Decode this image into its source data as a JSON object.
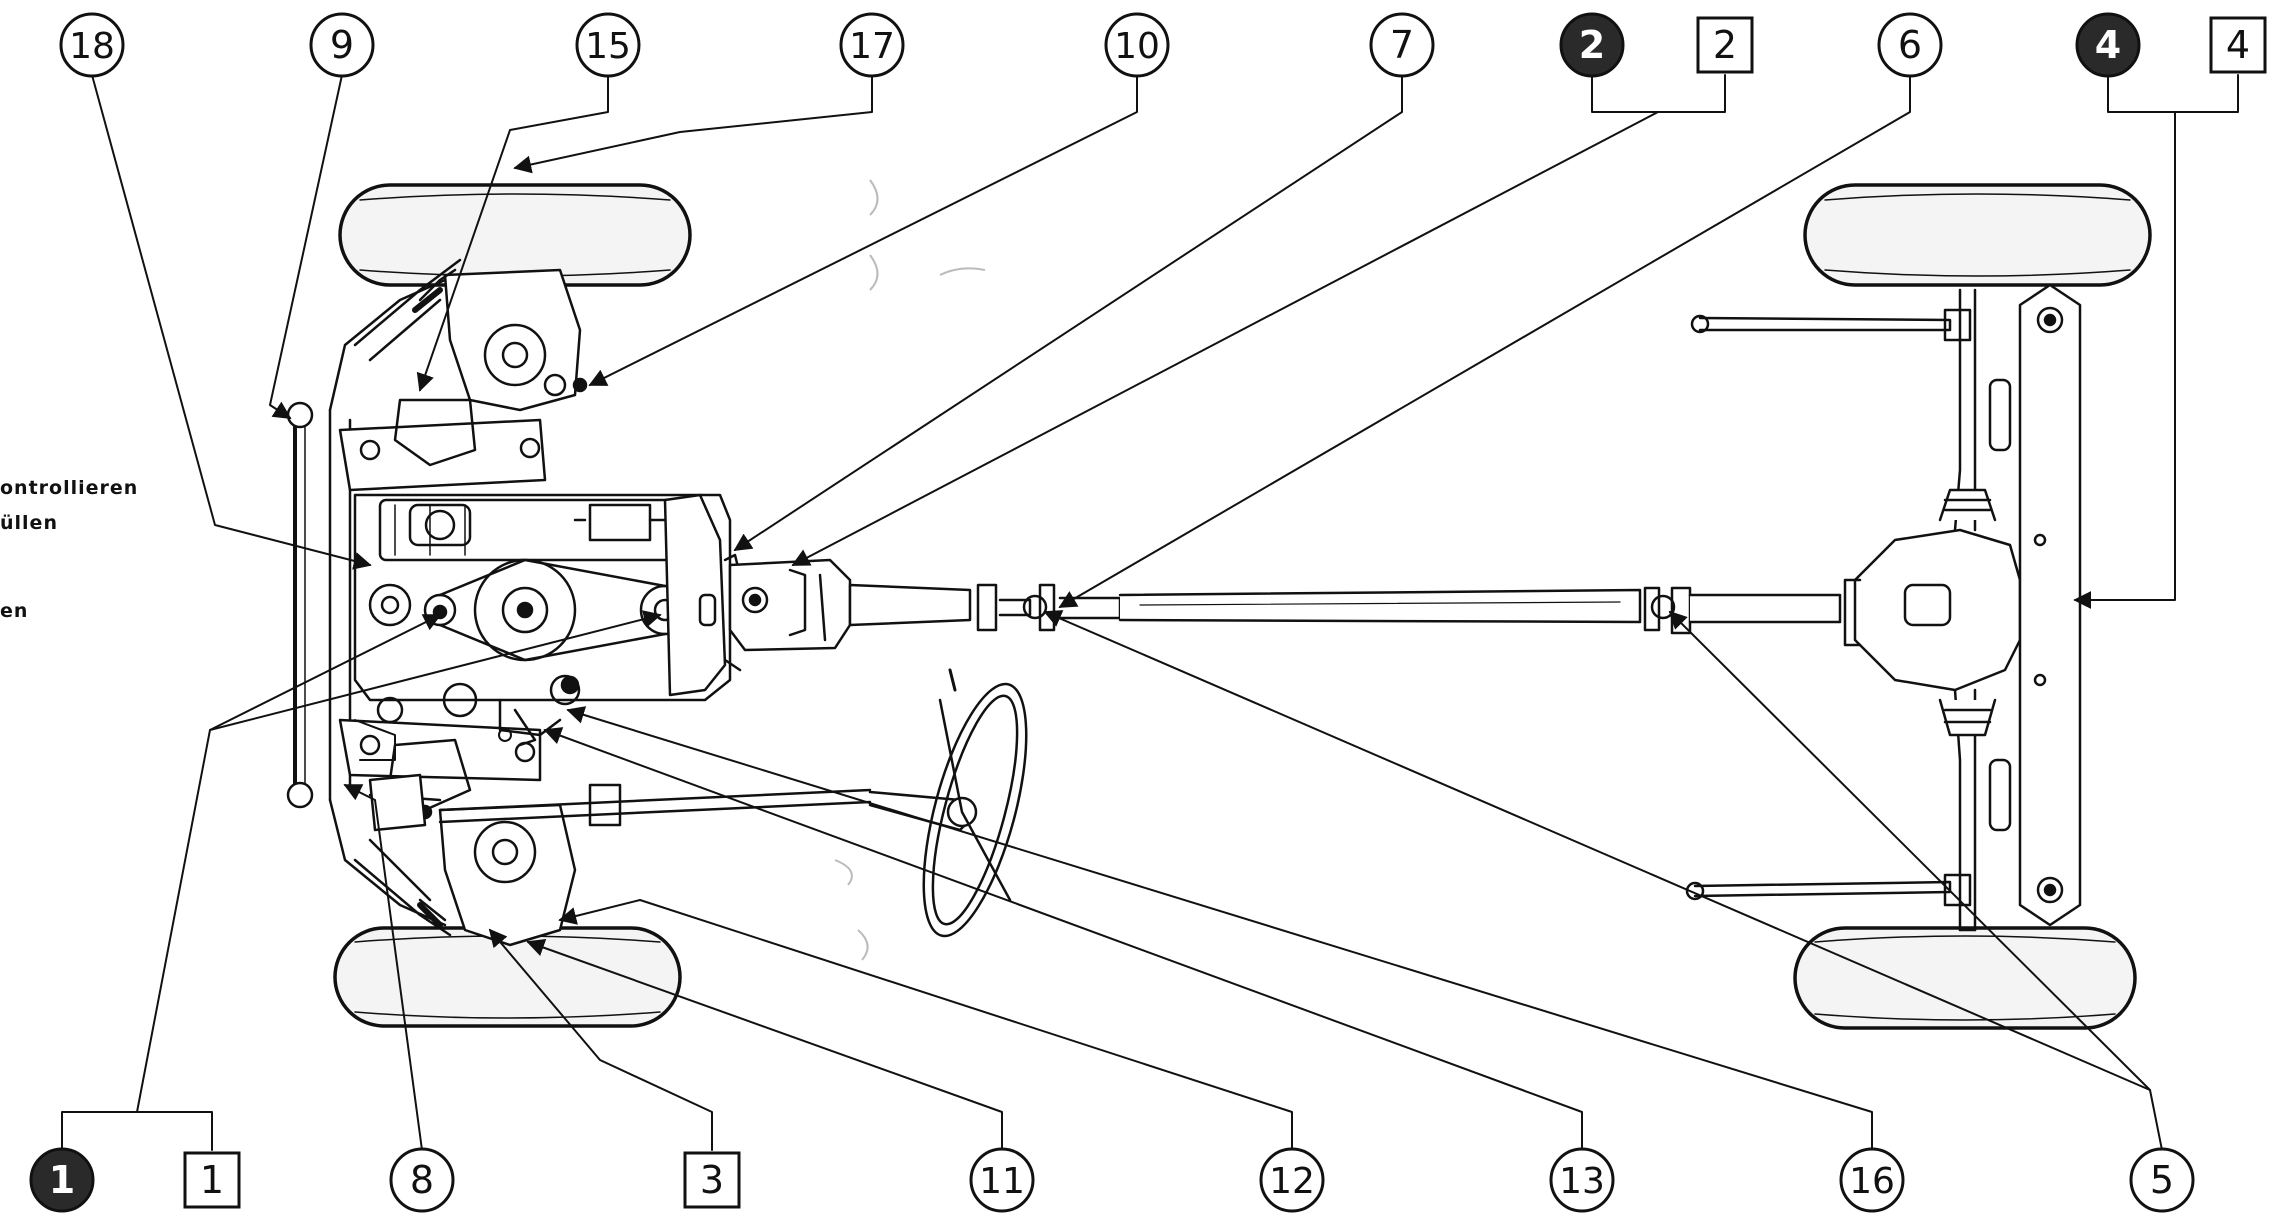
{
  "side_text": [
    "ontrollieren",
    "üllen",
    "en"
  ],
  "callouts": [
    {
      "id": "c18",
      "label": "18",
      "style": "circle"
    },
    {
      "id": "c9",
      "label": "9",
      "style": "circle"
    },
    {
      "id": "c15",
      "label": "15",
      "style": "circle"
    },
    {
      "id": "c17",
      "label": "17",
      "style": "circle"
    },
    {
      "id": "c10",
      "label": "10",
      "style": "circle"
    },
    {
      "id": "c7",
      "label": "7",
      "style": "circle"
    },
    {
      "id": "c2f",
      "label": "2",
      "style": "filled"
    },
    {
      "id": "c2s",
      "label": "2",
      "style": "square"
    },
    {
      "id": "c6",
      "label": "6",
      "style": "circle"
    },
    {
      "id": "c4f",
      "label": "4",
      "style": "filled"
    },
    {
      "id": "c4s",
      "label": "4",
      "style": "square"
    },
    {
      "id": "c1f",
      "label": "1",
      "style": "filled"
    },
    {
      "id": "c1s",
      "label": "1",
      "style": "square"
    },
    {
      "id": "c8",
      "label": "8",
      "style": "circle"
    },
    {
      "id": "c3s",
      "label": "3",
      "style": "square"
    },
    {
      "id": "c11",
      "label": "11",
      "style": "circle"
    },
    {
      "id": "c12",
      "label": "12",
      "style": "circle"
    },
    {
      "id": "c13",
      "label": "13",
      "style": "circle"
    },
    {
      "id": "c16",
      "label": "16",
      "style": "circle"
    },
    {
      "id": "c5",
      "label": "5",
      "style": "circle"
    }
  ],
  "colors": {
    "ink": "#111111",
    "paper": "#ffffff",
    "filled_callout": "#2a2a2a",
    "tire": "#f4f4f4"
  }
}
